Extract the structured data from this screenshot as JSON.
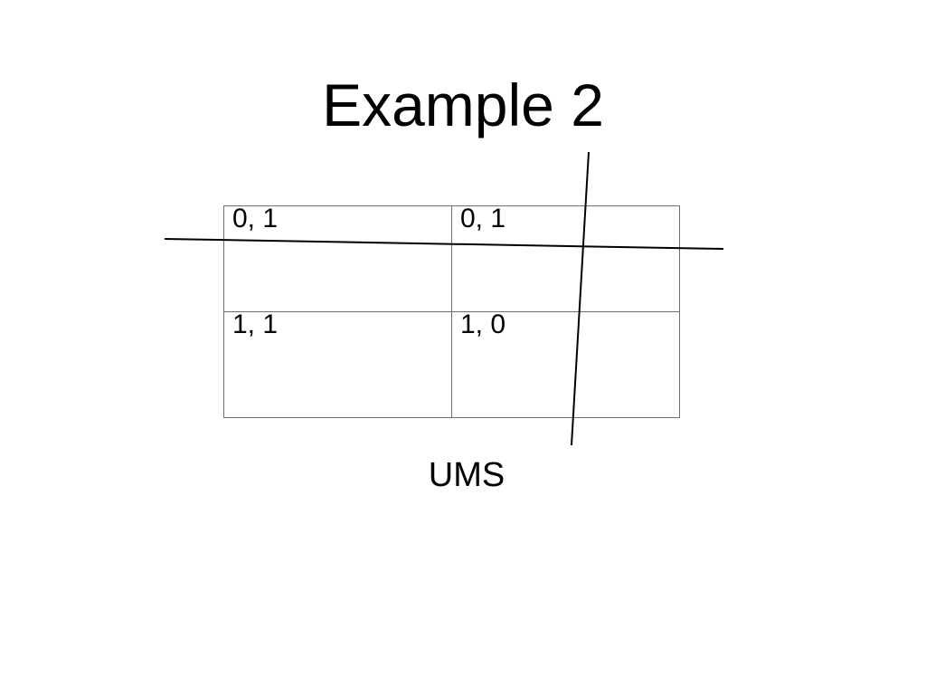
{
  "slide": {
    "title": "Example 2",
    "matrix": {
      "rows": [
        [
          "0, 1",
          "0, 1"
        ],
        [
          "1, 1",
          "1, 0"
        ]
      ]
    },
    "label": "UMS",
    "line_color": "#000000",
    "border_color": "#6e6e6e"
  }
}
